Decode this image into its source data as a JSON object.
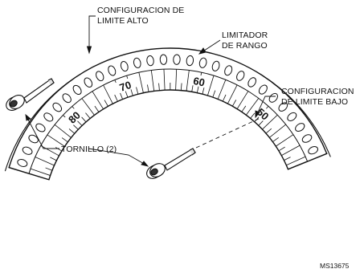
{
  "labels": {
    "high_limit": [
      "CONFIGURACION DE",
      "LIMITE ALTO"
    ],
    "range_limiter": [
      "LIMITADOR",
      "DE RANGO"
    ],
    "low_limit": [
      "CONFIGURACION",
      "DE LIMITE BAJO"
    ],
    "screws": "TORNILLO (2)",
    "figure_id": "MS13675"
  },
  "scale_numbers": [
    "80",
    "70",
    "60",
    "50"
  ],
  "colors": {
    "line": "#111111",
    "fill": "#ffffff",
    "shadow": "#d9d9d9"
  }
}
